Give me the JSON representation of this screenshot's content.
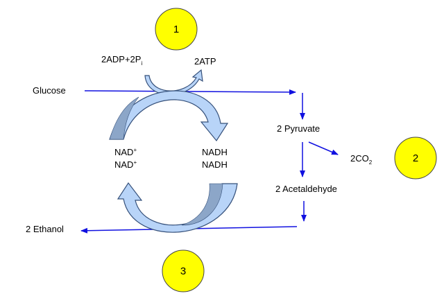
{
  "colors": {
    "arrow": "#1010e0",
    "step_circle_fill": "#ffff00",
    "cycle_light": "#b8d4f8",
    "cycle_dark": "#8ca6c8",
    "cycle_outline": "#35507a"
  },
  "steps": [
    {
      "label": "1"
    },
    {
      "label": "2"
    },
    {
      "label": "3"
    }
  ],
  "molecules": {
    "glucose": "Glucose",
    "adp": {
      "text": "2ADP+2P",
      "sub": "i"
    },
    "atp": "2ATP",
    "pyruvate": "2 Pyruvate",
    "co2": {
      "text": "2CO",
      "sub": "2"
    },
    "acetaldehyde": "2 Acetaldehyde",
    "ethanol": "2 Ethanol",
    "nad_top": {
      "text": "NAD",
      "sup": "+"
    },
    "nad_bottom": {
      "text": "NAD",
      "sup": "+"
    },
    "nadh_top": "NADH",
    "nadh_bottom": "NADH"
  }
}
